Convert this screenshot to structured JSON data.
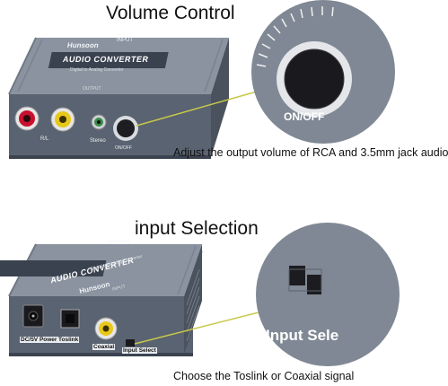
{
  "panel1": {
    "heading": "Volume Control",
    "caption": "Adjust the output volume of RCA and 3.5mm jack audio",
    "device": {
      "brand": "Hunsoon",
      "title": "AUDIO CONVERTER",
      "subtitle": "Digital to Analog Converter",
      "port_label_top": "INPUT",
      "port_label_output": "OUTPUT",
      "label_rl": "R/L",
      "label_stereo": "Stereo",
      "label_onoff_small": "ON/OFF"
    },
    "zoom_label": "ON/OFF"
  },
  "panel2": {
    "heading": "input Selection",
    "caption": "Choose the Toslink or Coaxial signal",
    "device": {
      "brand": "Hunsoon",
      "title": "AUDIO CONVERTER",
      "subtitle": "Digital to Analog Converter",
      "port_label_output": "OUTPUT",
      "port_label_input": "INPUT",
      "label_power": "DC/5V Power",
      "label_toslink": "Toslink",
      "label_coaxial": "Coaxial",
      "label_input_select": "Input Select"
    },
    "zoom_label": "Input Sele"
  },
  "colors": {
    "device_front": "#5a6371",
    "device_top": "#8a939f",
    "rca_red": "#c8102e",
    "rca_yellow": "#e8c818",
    "jack_green": "#3a8a4a",
    "pointer": "#c8c84a"
  }
}
